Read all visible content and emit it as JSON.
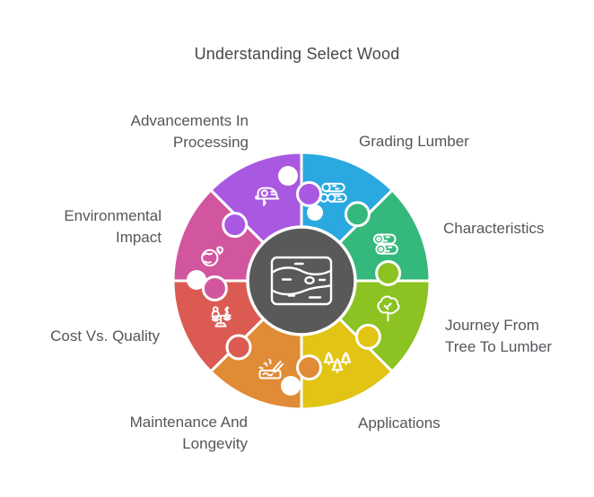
{
  "title": "Understanding Select Wood",
  "colors": {
    "background": "#ffffff",
    "title_text": "#47474a",
    "label_text": "#55565b",
    "center": "#595959",
    "icon_stroke": "#ffffff"
  },
  "wheel": {
    "center_icon": "wood-plank-icon",
    "center_color": "#595959",
    "segments": [
      {
        "label": "Grading Lumber",
        "color": "#2AA9E0",
        "icon": "log-pile-icon",
        "position": "top-right"
      },
      {
        "label": "Characteristics",
        "color": "#35B87C",
        "icon": "stacked-logs-icon",
        "position": "right-upper"
      },
      {
        "label": "Journey From Tree To Lumber",
        "color": "#8CC221",
        "icon": "tree-icon",
        "position": "right-lower"
      },
      {
        "label": "Applications",
        "color": "#E2C414",
        "icon": "pine-trees-icon",
        "position": "bottom-right"
      },
      {
        "label": "Maintenance And Longevity",
        "color": "#E08B35",
        "icon": "wood-carving-icon",
        "position": "bottom-left"
      },
      {
        "label": "Cost Vs. Quality",
        "color": "#DB5B53",
        "icon": "balance-scale-icon",
        "position": "left-lower"
      },
      {
        "label": "Environmental Impact",
        "color": "#D2569E",
        "icon": "globe-leaf-icon",
        "position": "left-upper"
      },
      {
        "label": "Advancements In Processing",
        "color": "#A959E1",
        "icon": "jigsaw-tool-icon",
        "position": "top-left"
      }
    ]
  }
}
